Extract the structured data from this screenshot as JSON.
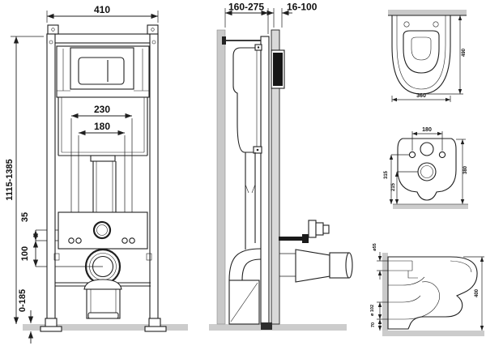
{
  "title": "wall-hung-wc-installation-frame-drawing",
  "colors": {
    "line": "#1f1f1f",
    "wall_fill": "#c9c9c9",
    "floor_fill": "#cccccc",
    "panel_fill": "#d9d9d9",
    "flush_plate_fill": "#161616",
    "background": "#ffffff"
  },
  "frame_front_view": {
    "frame_width": "410",
    "frame_height_range": "1115-1385",
    "fixing_span_outer": "230",
    "fixing_span_inner": "180",
    "inlet_to_fixings": "35",
    "fixings_to_drain": "100",
    "leg_adjustment_range": "0-185"
  },
  "frame_side_view": {
    "frame_depth_range": "160-275",
    "wall_finish_range": "16-100"
  },
  "bowl_top_view": {
    "bowl_width": "360",
    "bowl_depth": "490"
  },
  "bowl_rear_view": {
    "fixing_holes_spacing": "180",
    "fixing_holes_height": "315",
    "drain_center_height": "215",
    "bowl_height": "380"
  },
  "bowl_side_view": {
    "inlet_diameter": "ø55",
    "outlet_diameter": "ø 102",
    "outlet_center_height": "70",
    "total_height": "400"
  }
}
